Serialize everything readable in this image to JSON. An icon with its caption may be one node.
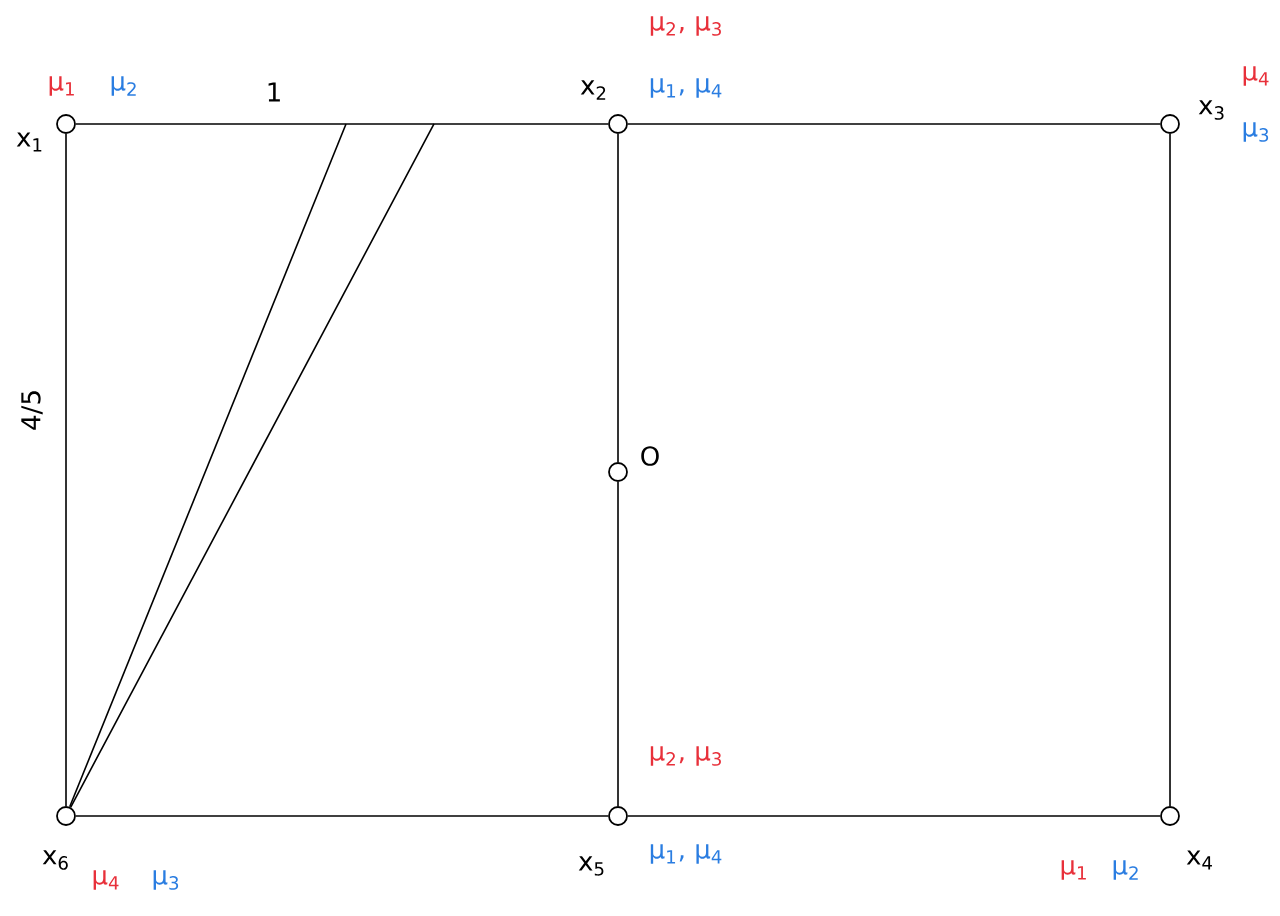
{
  "diagram": {
    "nodes": [
      {
        "text": [],
        "shape": "circle",
        "beside": [
          "x$_{1}$",
          "μ$_{1}$",
          "μ$_{2}$"
        ]
      },
      {
        "text": [],
        "shape": "circle",
        "beside": [
          "x$_{2}$",
          "μ$_{2}$, μ$_{3}$",
          "μ$_{1}$, μ$_{4}$"
        ]
      },
      {
        "text": [],
        "shape": "circle",
        "beside": [
          "x$_{3}$",
          "μ$_{4}$",
          "μ$_{3}$"
        ]
      },
      {
        "text": [],
        "shape": "circle",
        "beside": [
          "x$_{4}$",
          "μ$_{1}$",
          "μ$_{2}$"
        ]
      },
      {
        "text": [],
        "shape": "circle",
        "beside": [
          "x$_{5}$",
          "μ$_{2}$, μ$_{3}$",
          "μ$_{1}$, μ$_{4}$"
        ]
      },
      {
        "text": [],
        "shape": "circle",
        "beside": [
          "x$_{6}$",
          "μ$_{4}$",
          "μ$_{3}$"
        ]
      },
      {
        "text": [],
        "shape": "circle",
        "beside": [
          "O"
        ]
      }
    ],
    "edges": [
      {
        "from": 0,
        "to": 1,
        "arrow": "none",
        "label": "1"
      },
      {
        "from": 1,
        "to": 2,
        "arrow": "none"
      },
      {
        "from": 2,
        "to": 3,
        "arrow": "none"
      },
      {
        "from": 3,
        "to": 4,
        "arrow": "none"
      },
      {
        "from": 4,
        "to": 5,
        "arrow": "none"
      },
      {
        "from": 5,
        "to": 0,
        "arrow": "none",
        "label": "4/5"
      },
      {
        "from": 1,
        "to": 6,
        "arrow": "none"
      },
      {
        "from": 6,
        "to": 4,
        "arrow": "none"
      },
      {
        "from": 5,
        "to": null,
        "arrow": "none"
      },
      {
        "from": 5,
        "to": null,
        "arrow": "none"
      }
    ]
  }
}
